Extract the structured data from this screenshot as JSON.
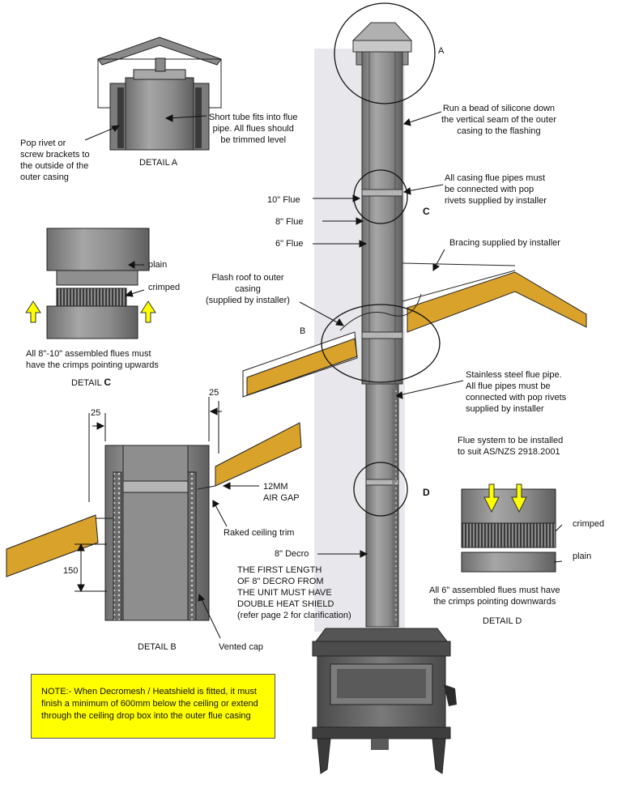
{
  "detail_a": {
    "callout_tube": [
      "Short tube fits into flue",
      "pipe. All flues should",
      "be trimmed level"
    ],
    "callout_rivet": [
      "Pop rivet or",
      "screw brackets to",
      "the outside of the",
      "outer casing"
    ],
    "caption": "DETAIL A"
  },
  "detail_c": {
    "plain": "plain",
    "crimped": "crimped",
    "note": [
      "All 8\"-10\" assembled flues must",
      "have the crimps pointing upwards"
    ],
    "caption_prefix": "DETAIL ",
    "caption_letter": "C"
  },
  "detail_b": {
    "dim_left": "25",
    "dim_right": "25",
    "dim_150": "150",
    "air_gap": [
      "12MM",
      "AIR GAP"
    ],
    "ceiling_trim": "Raked ceiling trim",
    "vented_cap": "Vented cap",
    "caption": "DETAIL B"
  },
  "detail_d": {
    "crimped": "crimped",
    "plain": "plain",
    "note": [
      "All 6\" assembled flues must have",
      "the crimps pointing downwards"
    ],
    "caption": "DETAIL D"
  },
  "main": {
    "letter_a": "A",
    "letter_b": "B",
    "letter_c": "C",
    "letter_d": "D",
    "silicone": [
      "Run a bead of silicone down",
      "the vertical seam of the outer",
      "casing to the flashing"
    ],
    "casing_pipes": [
      "All casing flue pipes must",
      "be connected with pop",
      "rivets supplied by installer"
    ],
    "flue10": "10\" Flue",
    "flue8": "8\" Flue",
    "flue6": "6\" Flue",
    "bracing": "Bracing supplied by installer",
    "flash_roof": [
      "Flash roof to outer",
      "casing",
      "(supplied by installer)"
    ],
    "stainless": [
      "Stainless steel flue pipe.",
      "All flue pipes must be",
      "connected with pop rivets",
      "supplied by installer"
    ],
    "standard": [
      "Flue system to be installed",
      "to suit AS/NZS 2918.2001"
    ],
    "decro": "8\" Decro",
    "first_length": [
      "THE FIRST LENGTH",
      "OF 8\" DECRO FROM",
      "THE UNIT MUST HAVE",
      "DOUBLE HEAT SHIELD",
      "(refer page 2 for clarification)"
    ]
  },
  "note_box": {
    "text": [
      "NOTE:- When Decromesh / Heatshield is fitted, it must",
      "finish a minimum of 600mm below the ceiling or extend",
      "through the ceiling drop box into the outer flue casing"
    ]
  },
  "colors": {
    "timber": "#d9a22b",
    "metal": "#8a8a8a",
    "arrow": "#ffff00",
    "note_bg": "#ffff00",
    "backdrop": "#e8e8ec"
  }
}
